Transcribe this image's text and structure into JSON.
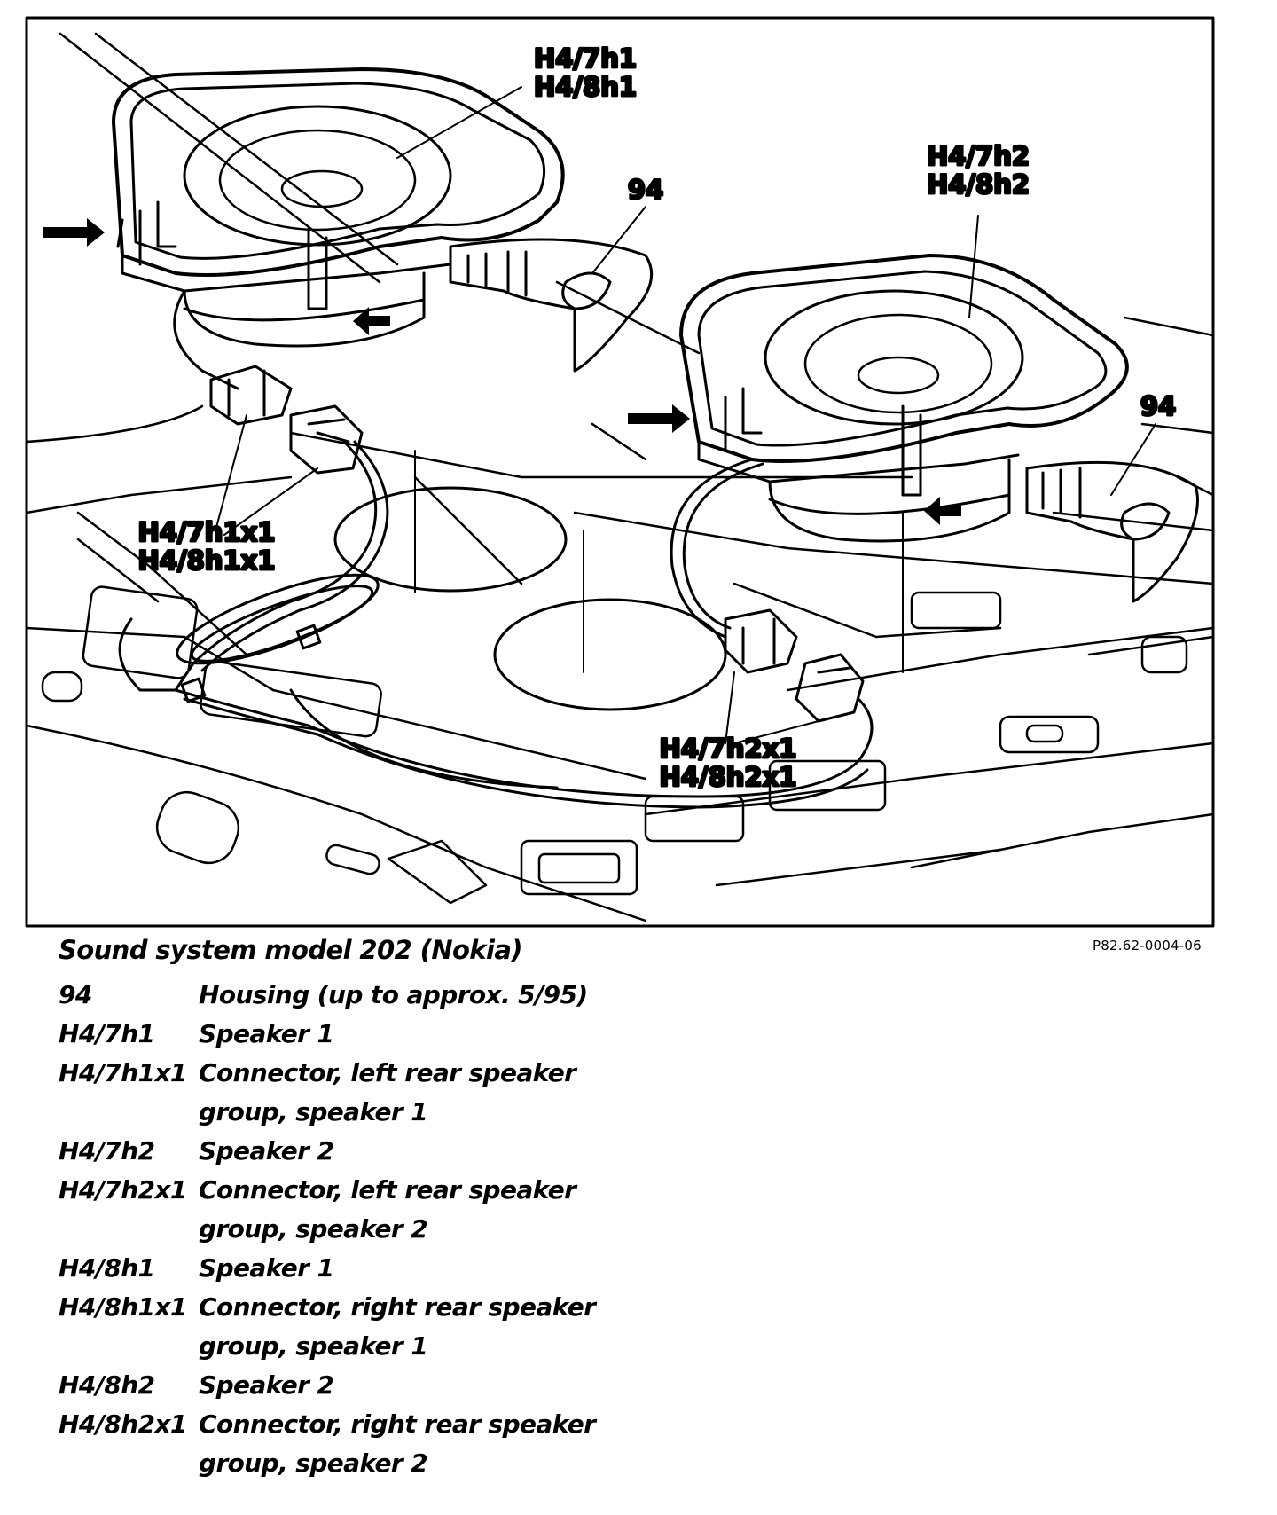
{
  "diagram": {
    "callouts": {
      "speaker1_a": "H4/7h1",
      "speaker1_b": "H4/8h1",
      "speaker2_a": "H4/7h2",
      "speaker2_b": "H4/8h2",
      "housing_left": "94",
      "housing_right": "94",
      "conn1_a": "H4/7h1x1",
      "conn1_b": "H4/8h1x1",
      "conn2_a": "H4/7h2x1",
      "conn2_b": "H4/8h2x1"
    },
    "figure_code": "P82.62-0004-06"
  },
  "caption": "Sound system model 202 (Nokia)",
  "legend": [
    {
      "code": "94",
      "desc": [
        "Housing (up to approx. 5/95)"
      ]
    },
    {
      "code": "H4/7h1",
      "desc": [
        "Speaker 1"
      ]
    },
    {
      "code": "H4/7h1x1",
      "desc": [
        "Connector, left rear speaker",
        "group, speaker 1"
      ]
    },
    {
      "code": "H4/7h2",
      "desc": [
        "Speaker 2"
      ]
    },
    {
      "code": "H4/7h2x1",
      "desc": [
        "Connector, left rear speaker",
        "group, speaker 2"
      ]
    },
    {
      "code": "H4/8h1",
      "desc": [
        "Speaker 1"
      ]
    },
    {
      "code": "H4/8h1x1",
      "desc": [
        "Connector, right rear speaker",
        "group, speaker 1"
      ]
    },
    {
      "code": "H4/8h2",
      "desc": [
        "Speaker 2"
      ]
    },
    {
      "code": "H4/8h2x1",
      "desc": [
        "Connector, right rear speaker",
        "group, speaker 2"
      ]
    }
  ]
}
